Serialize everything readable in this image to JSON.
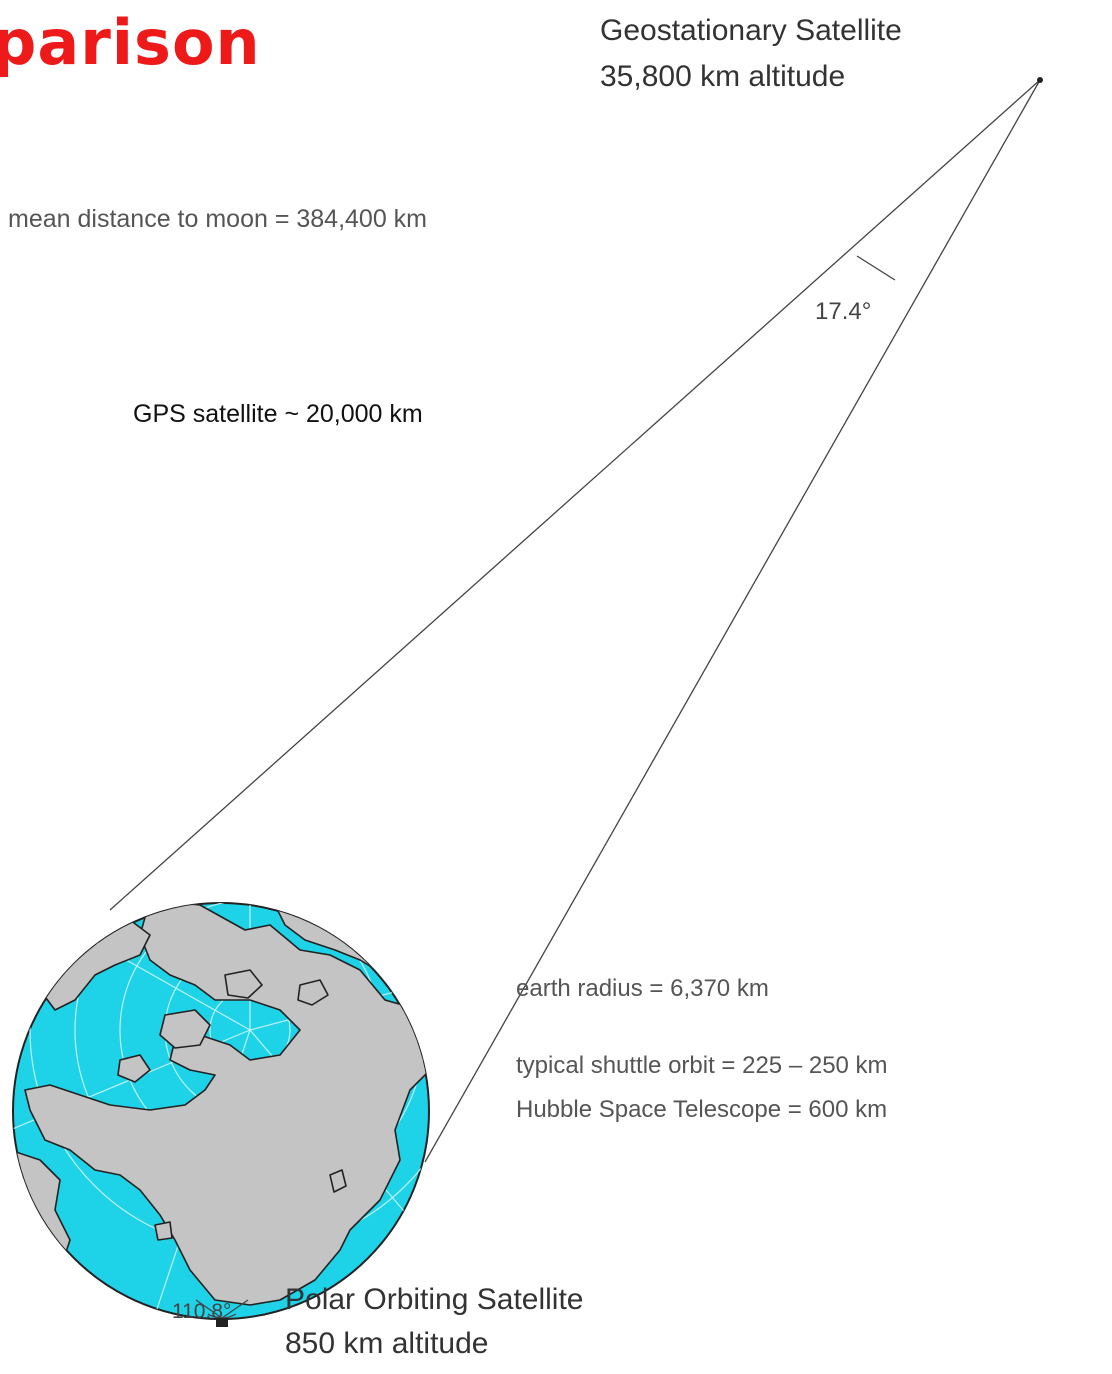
{
  "slide": {
    "title_fragment": "parison",
    "title_color": "#ee1a1a"
  },
  "geostationary": {
    "name": "Geostationary Satellite",
    "altitude": "35,800  km altitude",
    "view_angle": "17.4°"
  },
  "notes": {
    "moon": "mean distance to moon = 384,400 km",
    "gps": "GPS satellite ~ 20,000 km",
    "earth_radius": "earth radius = 6,370 km",
    "shuttle": "typical shuttle orbit = 225 – 250 km",
    "hubble": "Hubble Space Telescope = 600 km"
  },
  "polar": {
    "name": "Polar Orbiting Satellite",
    "altitude": "850  km altitude",
    "view_angle": "110.8°"
  },
  "colors": {
    "ocean": "#1ed2e8",
    "land": "#c4c4c4",
    "outline": "#222222"
  }
}
